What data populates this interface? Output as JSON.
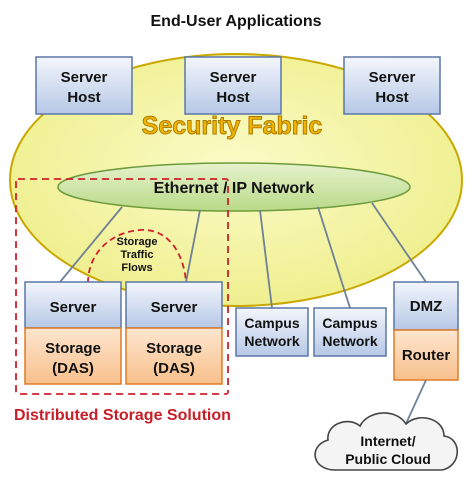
{
  "title": "End-User Applications",
  "server_hosts": [
    {
      "line1": "Server",
      "line2": "Host"
    },
    {
      "line1": "Server",
      "line2": "Host"
    },
    {
      "line1": "Server",
      "line2": "Host"
    }
  ],
  "security_fabric": "Security Fabric",
  "network": "Ethernet / IP Network",
  "storage_nodes": [
    {
      "server": "Server",
      "storage1": "Storage",
      "storage2": "(DAS)"
    },
    {
      "server": "Server",
      "storage1": "Storage",
      "storage2": "(DAS)"
    }
  ],
  "traffic_flows": [
    "Storage",
    "Traffic",
    "Flows"
  ],
  "campus_networks": [
    {
      "line1": "Campus",
      "line2": "Network"
    },
    {
      "line1": "Campus",
      "line2": "Network"
    }
  ],
  "dmz": {
    "top": "DMZ",
    "bottom": "Router"
  },
  "cloud": {
    "line1": "Internet/",
    "line2": "Public Cloud"
  },
  "distributed_label": "Distributed Storage Solution",
  "colors": {
    "box_blue_top": "#eef3fb",
    "box_blue_bottom": "#b9cbe8",
    "box_border": "#5b77a8",
    "storage_orange": "#fbd2a7",
    "storage_border": "#e07a24",
    "fabric_fill": "#f3f3a0",
    "fabric_border": "#c9a800",
    "fabric_text": "#d99a00",
    "network_fill": "#cfe6a6",
    "network_border": "#6e9a3c",
    "dashed_red": "#d0202a",
    "link_line": "#6f8196"
  }
}
